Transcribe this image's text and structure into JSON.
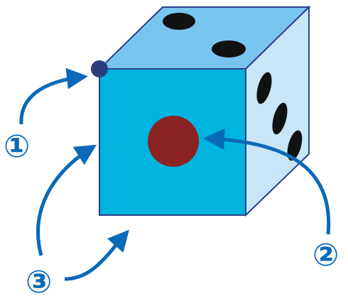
{
  "markers": {
    "one": "①",
    "two": "②",
    "three": "③"
  },
  "die": {
    "front_face_pips": 1,
    "top_face_pips": 2,
    "side_face_pips": 3
  },
  "colors": {
    "front_face": "#00b4e0",
    "top_face": "#78c5f0",
    "side_face": "#c8e6f7",
    "edge": "#2a3f8f",
    "front_pip": "#8b2323",
    "pip": "#111111",
    "corner_dot": "#2b3d7f",
    "arrow": "#0a69b8"
  }
}
